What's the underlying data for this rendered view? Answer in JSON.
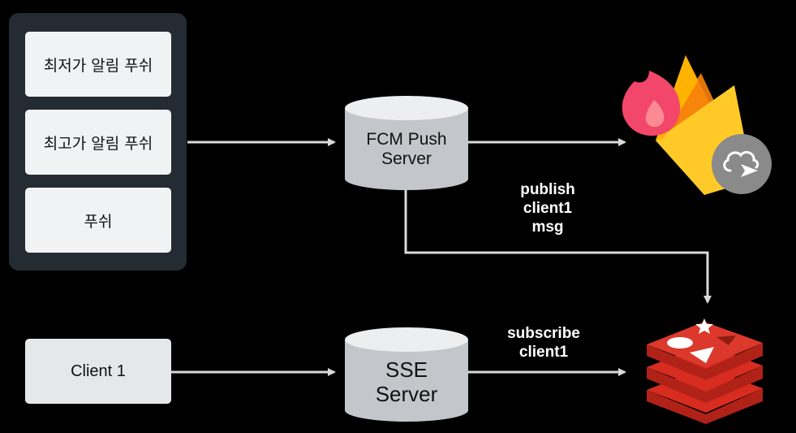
{
  "panel": {
    "items": [
      {
        "label": "최저가 알림 푸쉬"
      },
      {
        "label": "최고가 알림 푸쉬"
      },
      {
        "label": "푸쉬"
      }
    ]
  },
  "client": {
    "label": "Client 1"
  },
  "fcm_server": {
    "line1": "FCM Push",
    "line2": "Server"
  },
  "sse_server": {
    "line1": "SSE",
    "line2": "Server"
  },
  "publish_label": {
    "line1": "publish",
    "line2": "client1",
    "line3": "msg"
  },
  "subscribe_label": {
    "line1": "subscribe",
    "line2": "client1"
  },
  "icons": {
    "firebase": "firebase-cloud-messaging-logo",
    "redis": "redis-logo"
  },
  "colors": {
    "background": "#000000",
    "panel": "#252b33",
    "box": "#f1f2f4",
    "cylinder": "#c3c7cc",
    "arrow": "#d9d9d9",
    "firebase_yellow": "#ffca28",
    "firebase_orange": "#ffa000",
    "fire_pink": "#f2476a",
    "redis_red": "#d82c20"
  }
}
